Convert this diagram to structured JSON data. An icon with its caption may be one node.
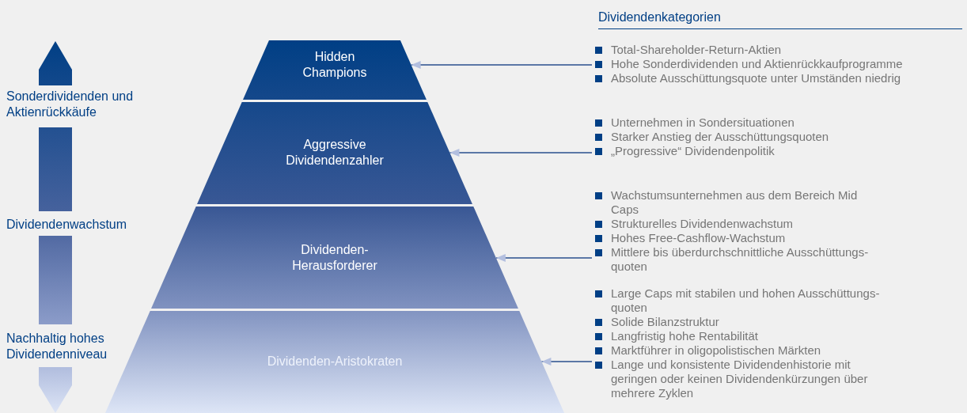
{
  "diagram": {
    "nodes": [
      {
        "text": [
          "Hidden Champions"
        ]
      },
      {
        "text": [
          "Aggressive Dividendenzahler"
        ]
      },
      {
        "text": [
          "Dividenden-Herausforderer"
        ]
      },
      {
        "text": [
          "Dividenden-Aristokraten"
        ]
      },
      {
        "text": [
          "Total-Shareholder-Return-Aktien",
          "Hohe Sonderdividenden und Aktienrückkaufprogramme",
          "Absolute Ausschüttungsquote unter Umständen niedrig"
        ]
      },
      {
        "text": [
          "Unternehmen in Sondersituationen",
          "Starker Anstieg der Ausschüttungsquoten",
          "„Progressive“ Dividendenpolitik"
        ]
      },
      {
        "text": [
          "Wachstumsunternehmen aus dem Bereich Mid Caps",
          "Strukturelles Dividendenwachstum",
          "Hohes Free-Cashflow-Wachstum",
          "Mittlere bis überdurchschnittliche Ausschüttungs-quoten"
        ]
      },
      {
        "text": [
          "Large Caps mit stabilen und hohen Ausschüttungs-quoten",
          "Solide Bilanzstruktur",
          "Langfristig hohe Rentabilität",
          "Marktführer in oligopolistischen Märkten",
          "Lange und konsistente Dividendenhistorie mit geringen oder keinen Dividendenkürzungen über mehrere Zyklen"
        ]
      }
    ],
    "edges": [
      {
        "from": 4,
        "to": 0,
        "arrow": "to"
      },
      {
        "from": 5,
        "to": 1,
        "arrow": "to"
      },
      {
        "from": 6,
        "to": 2,
        "arrow": "to"
      },
      {
        "from": 7,
        "to": 3,
        "arrow": "to"
      }
    ],
    "labels": [
      "Dividendenkategorien",
      "Sonderdividenden und Aktienrückkäufe",
      "Dividendenwachstum",
      "Nachhaltig hohes Dividendenniveau"
    ]
  }
}
